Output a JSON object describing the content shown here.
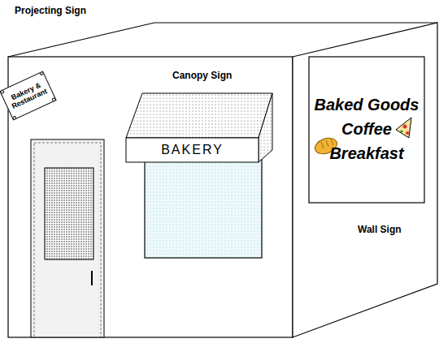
{
  "diagram": {
    "nodes": [
      {
        "text": [
          "Bakery & Restaurant"
        ]
      },
      {
        "text": [
          "BAKERY"
        ]
      },
      {
        "text": [
          "Baked Goods Coffee Breakfast"
        ]
      }
    ],
    "labels": [
      "Projecting Sign",
      "Canopy Sign",
      "Wall Sign"
    ]
  }
}
